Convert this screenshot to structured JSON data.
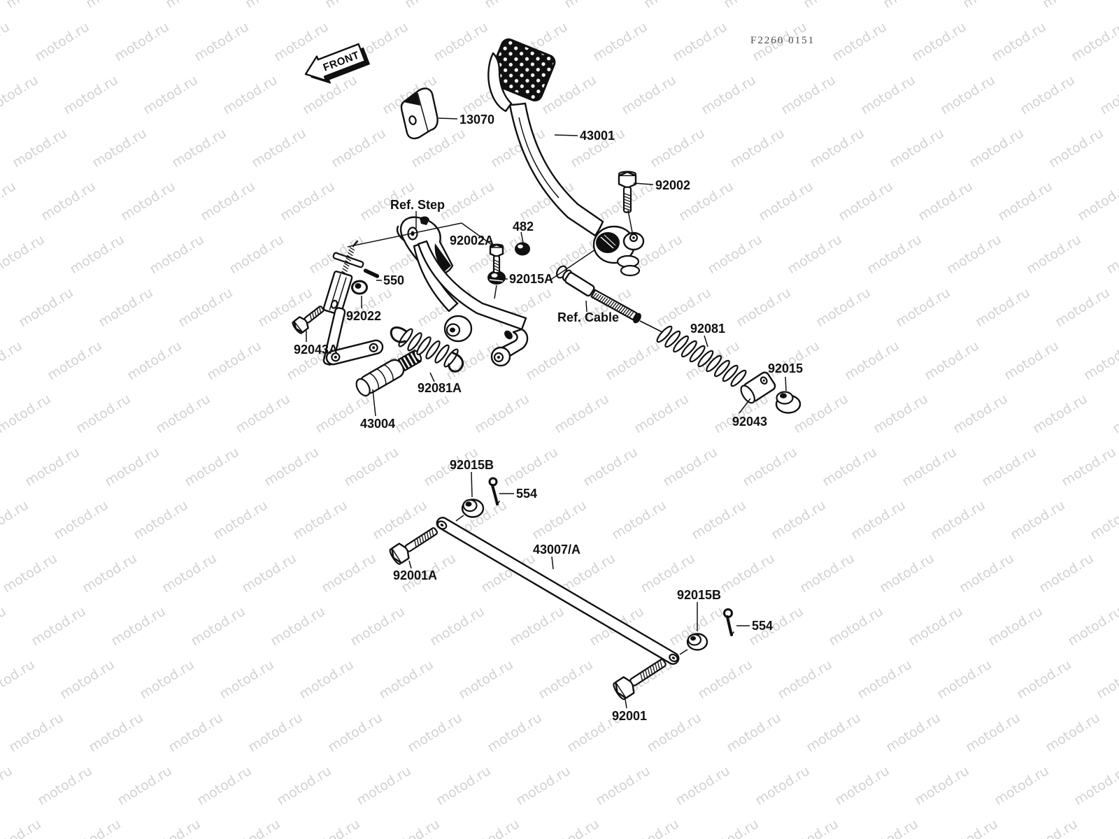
{
  "watermark": {
    "text": "motod.ru"
  },
  "labels": {
    "code": "F2260 0151",
    "front": "FRONT",
    "p13070": "13070",
    "p43001": "43001",
    "p92002": "92002",
    "ref_step": "Ref. Step",
    "p92002a": "92002A",
    "p482": "482",
    "p92015a": "92015A",
    "p550": "550",
    "p92022": "92022",
    "p92043a": "92043A",
    "p92081a": "92081A",
    "p43004": "43004",
    "ref_cable": "Ref. Cable",
    "p92081": "92081",
    "p92015": "92015",
    "p92043": "92043",
    "p92015b_upper": "92015B",
    "p554_upper": "554",
    "p43007": "43007/A",
    "p92001a": "92001A",
    "p92015b_lower": "92015B",
    "p554_lower": "554",
    "p92001": "92001"
  }
}
